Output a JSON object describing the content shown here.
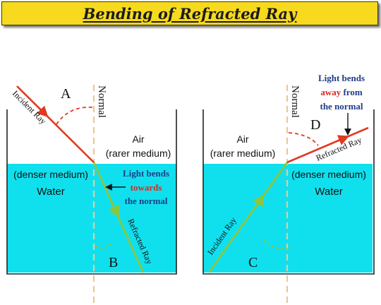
{
  "title": "Bending of Refracted Ray",
  "colors": {
    "banner": "#f7da1e",
    "water": "#10e0ee",
    "incident_ray": "#e03a22",
    "refracted_ray": "#8cc63e",
    "normal_line": "#e8c89a",
    "angle_arc": "#e03a22",
    "angle_arc_refracted": "#8cc63e",
    "note_blue": "#1f3c88",
    "note_red": "#e0251c"
  },
  "left_panel": {
    "normal_label": "Normal",
    "incident_label": "Incident Ray",
    "refracted_label": "Refracted Ray",
    "angle_incidence": "A",
    "angle_refraction": "B",
    "air_line1": "Air",
    "air_line2": "(rarer medium)",
    "water_line1": "(denser medium)",
    "water_line2": "Water",
    "note_line1": "Light bends",
    "note_line2": "towards",
    "note_line3": "the normal"
  },
  "right_panel": {
    "normal_label": "Normal",
    "incident_label": "Incident Ray",
    "refracted_label": "Refracted Ray",
    "angle_incidence": "C",
    "angle_refraction": "D",
    "air_line1": "Air",
    "air_line2": "(rarer medium)",
    "water_line1": "(denser medium)",
    "water_line2": "Water",
    "note_line1": "Light bends",
    "note_line2_red": "away",
    "note_line2_rest": " from",
    "note_line3": "the normal"
  }
}
